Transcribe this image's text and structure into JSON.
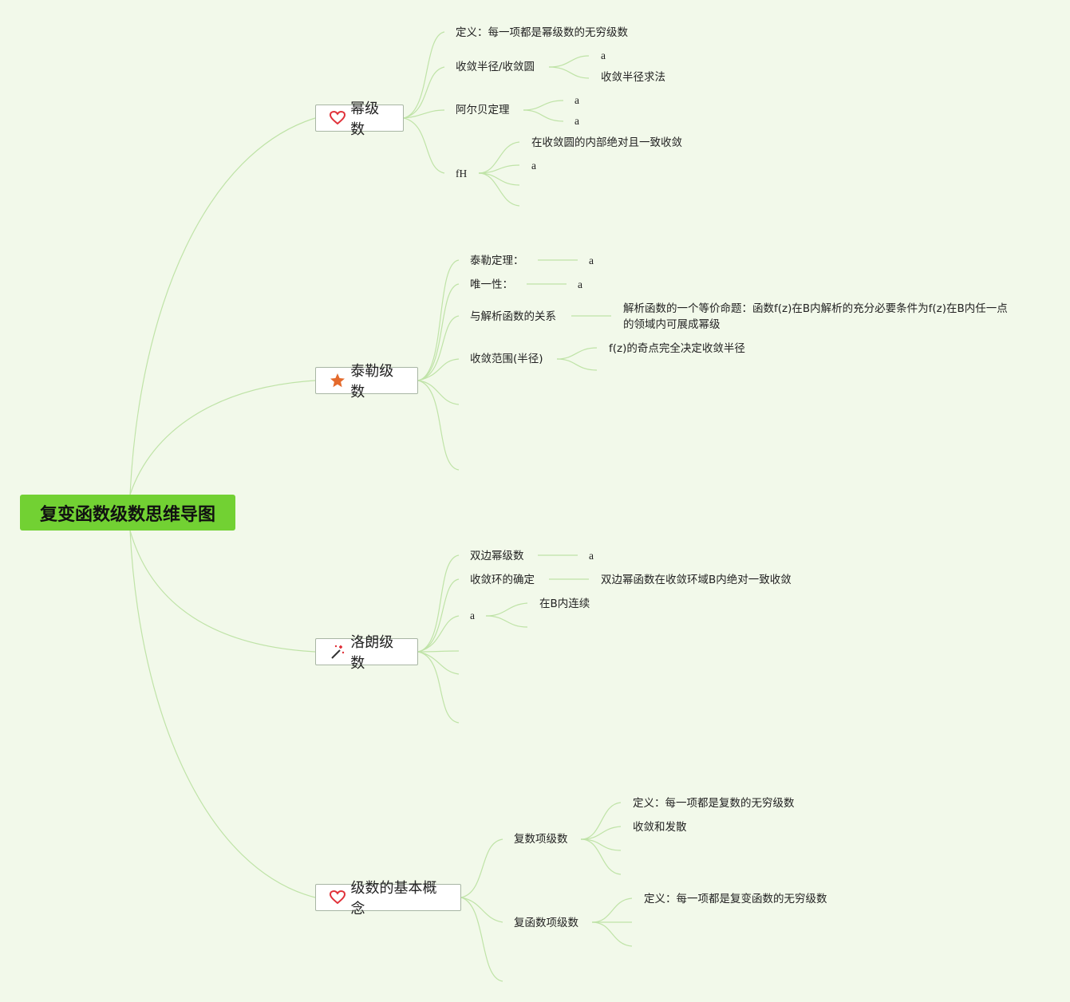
{
  "root": {
    "title": "复变函数级数思维导图"
  },
  "colors": {
    "background": "#f2f9ea",
    "root_fill": "#72d133",
    "line": "#bfe3a7",
    "icon_red": "#e0323a",
    "icon_orange": "#e46a2c"
  },
  "branches": {
    "power": {
      "label": "幂级数",
      "icon": "heart-icon",
      "definition": "定义：每一项都是幂级数的无穷级数",
      "radius": {
        "label": "收敛半径/收敛圆",
        "leaf1": "a",
        "leaf2": "收敛半径求法"
      },
      "abel": {
        "label": "阿尔贝定理",
        "leaf1": "a",
        "leaf2": "a"
      },
      "fh": {
        "label": "fH",
        "leaf1": "在收敛圆的内部绝对且一致收敛",
        "leaf2": "a"
      }
    },
    "taylor": {
      "label": "泰勒级数",
      "icon": "star-icon",
      "theorem": {
        "label": "泰勒定理：",
        "leaf": "a"
      },
      "unique": {
        "label": "唯一性：",
        "leaf": "a"
      },
      "relation": {
        "label": "与解析函数的关系",
        "leaf_line1": "解析函数的一个等价命题：函数f(z)在B内解析的充分必要条件为f(z)在B内任一点",
        "leaf_line2": "的领域内可展成幂级"
      },
      "range": {
        "label": "收敛范围(半径)",
        "leaf": "f(z)的奇点完全决定收敛半径"
      }
    },
    "laurent": {
      "label": "洛朗级数",
      "icon": "magic-wand-icon",
      "bilateral": {
        "label": "双边幂级数",
        "leaf": "a"
      },
      "ring": {
        "label": "收敛环的确定",
        "leaf": "双边幂函数在收敛环域B内绝对一致收敛"
      },
      "a_node": {
        "label": "a",
        "leaf": "在B内连续"
      }
    },
    "basic": {
      "label": "级数的基本概念",
      "icon": "heart-icon",
      "complex_series": {
        "label": "复数项级数",
        "leaf1": "定义：每一项都是复数的无穷级数",
        "leaf2": "收敛和发散"
      },
      "complex_func_series": {
        "label": "复函数项级数",
        "leaf1": "定义：每一项都是复变函数的无穷级数"
      }
    }
  }
}
